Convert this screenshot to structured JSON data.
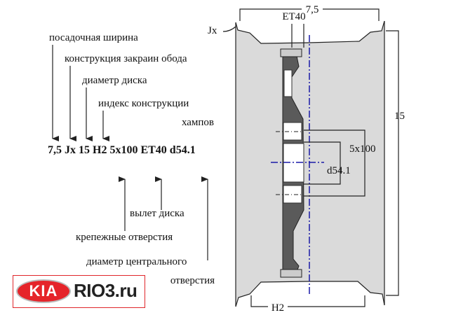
{
  "labels": {
    "width_label": "посадочная ширина",
    "flange_label": "конструкция закраин обода",
    "diameter_label": "диаметр диска",
    "hump_label_line1": "индекс конструкции",
    "hump_label_line2": "хампов",
    "offset_label": "вылет диска",
    "bolt_label": "крепежные отверстия",
    "center_bore_label_line1": "диаметр центрального",
    "center_bore_label_line2": "отверстия"
  },
  "code": "7,5 Jx 15 H2 5x100 ET40 d54.1",
  "drawing": {
    "width": "7,5",
    "offset": "ET40",
    "flange": "Jx",
    "diameter": "15",
    "pcd": "5x100",
    "bore": "d54.1",
    "hump": "H2"
  },
  "logo": {
    "brand": "KIA",
    "site": "RIO3.ru"
  },
  "colors": {
    "wheel_fill": "#d9d9d9",
    "hub": "#555555",
    "axis": "#1a1aa8",
    "logo_red": "#e5242a"
  }
}
